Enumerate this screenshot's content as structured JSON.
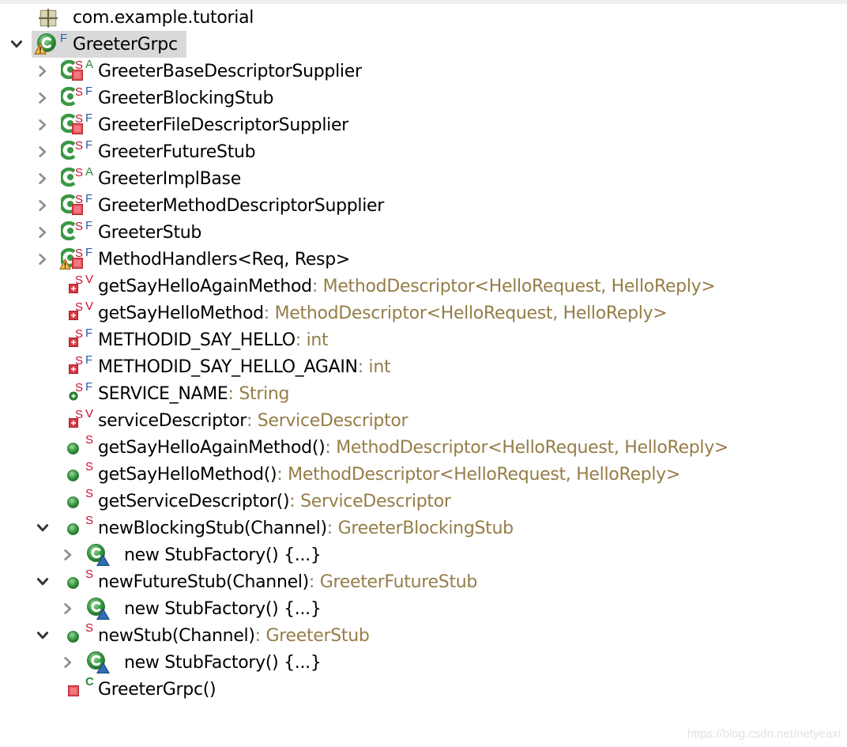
{
  "tree": {
    "package": {
      "label": "com.example.tutorial",
      "icon": "package-icon"
    },
    "root_class": {
      "label": "GreeterGrpc",
      "modifiers": "F",
      "icon": "class-warning-icon",
      "expanded": true,
      "selected": true
    },
    "inner_types": [
      {
        "label": "GreeterBaseDescriptorSupplier",
        "modifiers": [
          "S",
          "A"
        ],
        "icon": "private-class-icon",
        "expanded": false
      },
      {
        "label": "GreeterBlockingStub",
        "modifiers": [
          "S",
          "F"
        ],
        "icon": "public-class-icon",
        "expanded": false
      },
      {
        "label": "GreeterFileDescriptorSupplier",
        "modifiers": [
          "S",
          "F"
        ],
        "icon": "private-class-icon",
        "expanded": false
      },
      {
        "label": "GreeterFutureStub",
        "modifiers": [
          "S",
          "F"
        ],
        "icon": "public-class-icon",
        "expanded": false
      },
      {
        "label": "GreeterImplBase",
        "modifiers": [
          "S",
          "A"
        ],
        "icon": "public-class-icon",
        "expanded": false
      },
      {
        "label": "GreeterMethodDescriptorSupplier",
        "modifiers": [
          "S",
          "F"
        ],
        "icon": "private-class-icon",
        "expanded": false
      },
      {
        "label": "GreeterStub",
        "modifiers": [
          "S",
          "F"
        ],
        "icon": "public-class-icon",
        "expanded": false
      },
      {
        "label": "MethodHandlers<Req, Resp>",
        "modifiers": [
          "S",
          "F"
        ],
        "icon": "private-class-warning-icon",
        "expanded": false
      }
    ],
    "fields": [
      {
        "name": "getSayHelloAgainMethod",
        "type": " : MethodDescriptor<HelloRequest, HelloReply>",
        "modifiers": [
          "S",
          "V"
        ],
        "icon": "private-field-icon"
      },
      {
        "name": "getSayHelloMethod",
        "type": " : MethodDescriptor<HelloRequest, HelloReply>",
        "modifiers": [
          "S",
          "V"
        ],
        "icon": "private-field-icon"
      },
      {
        "name": "METHODID_SAY_HELLO",
        "type": " : int",
        "modifiers": [
          "S",
          "F"
        ],
        "icon": "private-field-icon"
      },
      {
        "name": "METHODID_SAY_HELLO_AGAIN",
        "type": " : int",
        "modifiers": [
          "S",
          "F"
        ],
        "icon": "private-field-icon"
      },
      {
        "name": "SERVICE_NAME",
        "type": " : String",
        "modifiers": [
          "S",
          "F"
        ],
        "icon": "public-field-icon"
      },
      {
        "name": "serviceDescriptor",
        "type": " : ServiceDescriptor",
        "modifiers": [
          "S",
          "V"
        ],
        "icon": "private-field-icon"
      }
    ],
    "methods": [
      {
        "name": "getSayHelloAgainMethod()",
        "type": " : MethodDescriptor<HelloRequest, HelloReply>",
        "modifiers": [
          "S"
        ],
        "icon": "public-method-icon"
      },
      {
        "name": "getSayHelloMethod()",
        "type": " : MethodDescriptor<HelloRequest, HelloReply>",
        "modifiers": [
          "S"
        ],
        "icon": "public-method-icon"
      },
      {
        "name": "getServiceDescriptor()",
        "type": " : ServiceDescriptor",
        "modifiers": [
          "S"
        ],
        "icon": "public-method-icon"
      },
      {
        "name": "newBlockingStub(Channel)",
        "type": " : GreeterBlockingStub",
        "modifiers": [
          "S"
        ],
        "icon": "public-method-icon",
        "expanded": true,
        "child": {
          "label": "new StubFactory() {...}",
          "icon": "anonymous-class-icon",
          "expanded": false
        }
      },
      {
        "name": "newFutureStub(Channel)",
        "type": " : GreeterFutureStub",
        "modifiers": [
          "S"
        ],
        "icon": "public-method-icon",
        "expanded": true,
        "child": {
          "label": "new StubFactory() {...}",
          "icon": "anonymous-class-icon",
          "expanded": false
        }
      },
      {
        "name": "newStub(Channel)",
        "type": " : GreeterStub",
        "modifiers": [
          "S"
        ],
        "icon": "public-method-icon",
        "expanded": true,
        "child": {
          "label": "new StubFactory() {...}",
          "icon": "anonymous-class-icon",
          "expanded": false
        }
      }
    ],
    "constructor": {
      "name": "GreeterGrpc()",
      "modifiers": [
        "C"
      ],
      "icon": "private-constructor-icon"
    }
  },
  "watermark": "https://blog.csdn.net/netyeaxi",
  "colors": {
    "type_text": "#957d47",
    "static_modifier": "#c8102e",
    "final_modifier": "#2a5fa8",
    "abstract_modifier": "#2e8b3a",
    "selection": "#d9d9d9",
    "class_green": "#3aa04a",
    "private_red": "#e0454e"
  }
}
